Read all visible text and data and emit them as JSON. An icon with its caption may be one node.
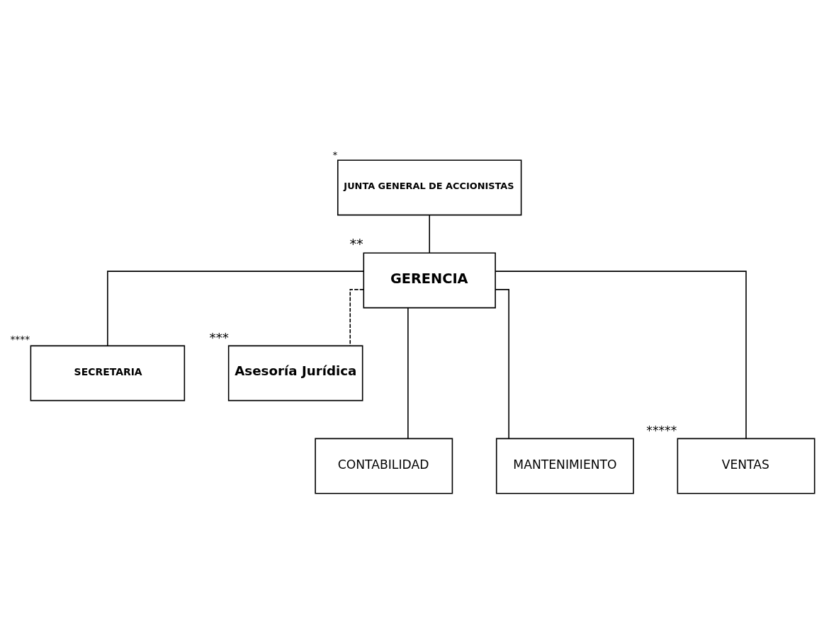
{
  "diagram": {
    "nodes": [
      {
        "text": [
          "JUNTA GENERAL DE ACCIONISTAS"
        ],
        "beside": [
          "*"
        ]
      },
      {
        "text": [
          "GERENCIA"
        ],
        "beside": [
          "**"
        ]
      },
      {
        "text": [
          "SECRETARIA"
        ],
        "beside": [
          "****"
        ]
      },
      {
        "text": [
          "Asesoría Jurídica"
        ],
        "beside": [
          "***"
        ]
      },
      {
        "text": [
          "CONTABILIDAD"
        ]
      },
      {
        "text": [
          "MANTENIMIENTO"
        ]
      },
      {
        "text": [
          "VENTAS"
        ],
        "beside": [
          "*****"
        ]
      }
    ],
    "edges": [
      {
        "from": 0,
        "to": 1,
        "arrow": "none"
      },
      {
        "from": 1,
        "to": 2,
        "arrow": "none"
      },
      {
        "from": 1,
        "to": 3,
        "arrow": "none",
        "style": "dashed"
      },
      {
        "from": 1,
        "to": 4,
        "arrow": "none"
      },
      {
        "from": 1,
        "to": 5,
        "arrow": "none"
      },
      {
        "from": 1,
        "to": 6,
        "arrow": "none"
      }
    ]
  }
}
